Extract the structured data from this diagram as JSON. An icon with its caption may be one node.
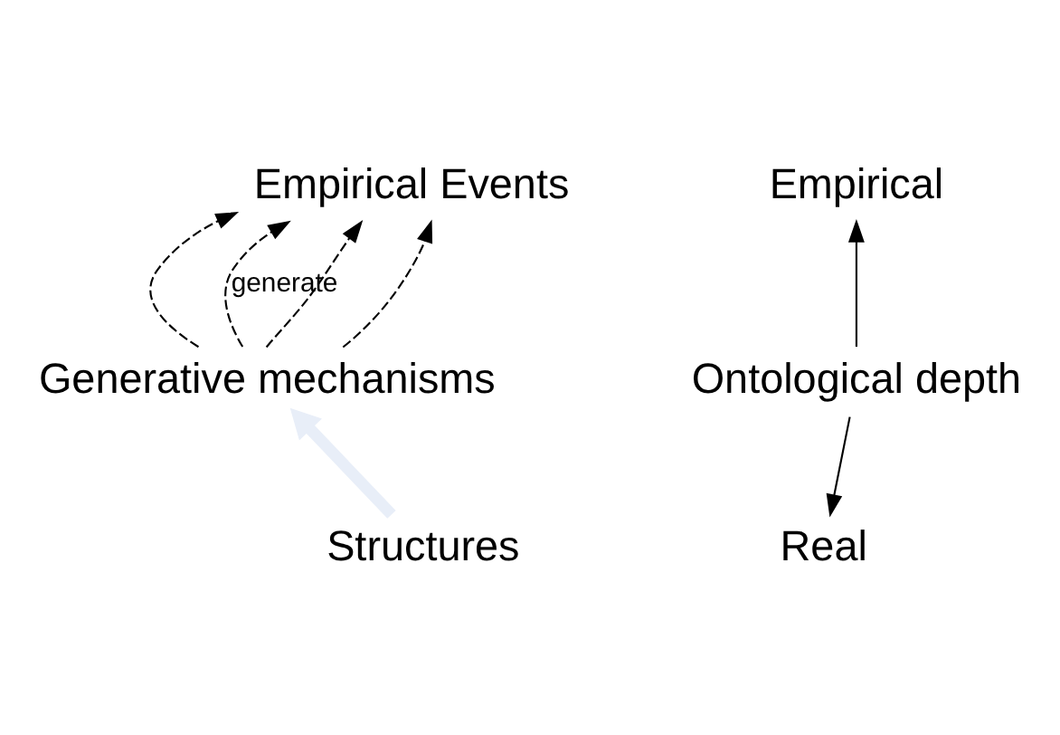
{
  "diagram": {
    "nodes": [
      {
        "text": [
          "Empirical Events"
        ]
      },
      {
        "text": [
          "Generative mechanisms"
        ]
      },
      {
        "text": [
          "Structures"
        ]
      },
      {
        "text": [
          "Empirical"
        ]
      },
      {
        "text": [
          "Ontological depth"
        ]
      },
      {
        "text": [
          "Real"
        ]
      }
    ],
    "edges": [
      {
        "from": 1,
        "to": 0,
        "arrow": "to",
        "style": "dashed"
      },
      {
        "from": 1,
        "to": 0,
        "arrow": "to",
        "style": "dashed",
        "label": "generate"
      },
      {
        "from": 1,
        "to": 0,
        "arrow": "to",
        "style": "dashed"
      },
      {
        "from": 1,
        "to": 0,
        "arrow": "to",
        "style": "dashed"
      },
      {
        "from": 2,
        "to": 1,
        "arrow": "to",
        "style": "thick",
        "color": "#e8eef8"
      },
      {
        "from": 4,
        "to": 3,
        "arrow": "to"
      },
      {
        "from": 4,
        "to": 5,
        "arrow": "to"
      }
    ]
  }
}
